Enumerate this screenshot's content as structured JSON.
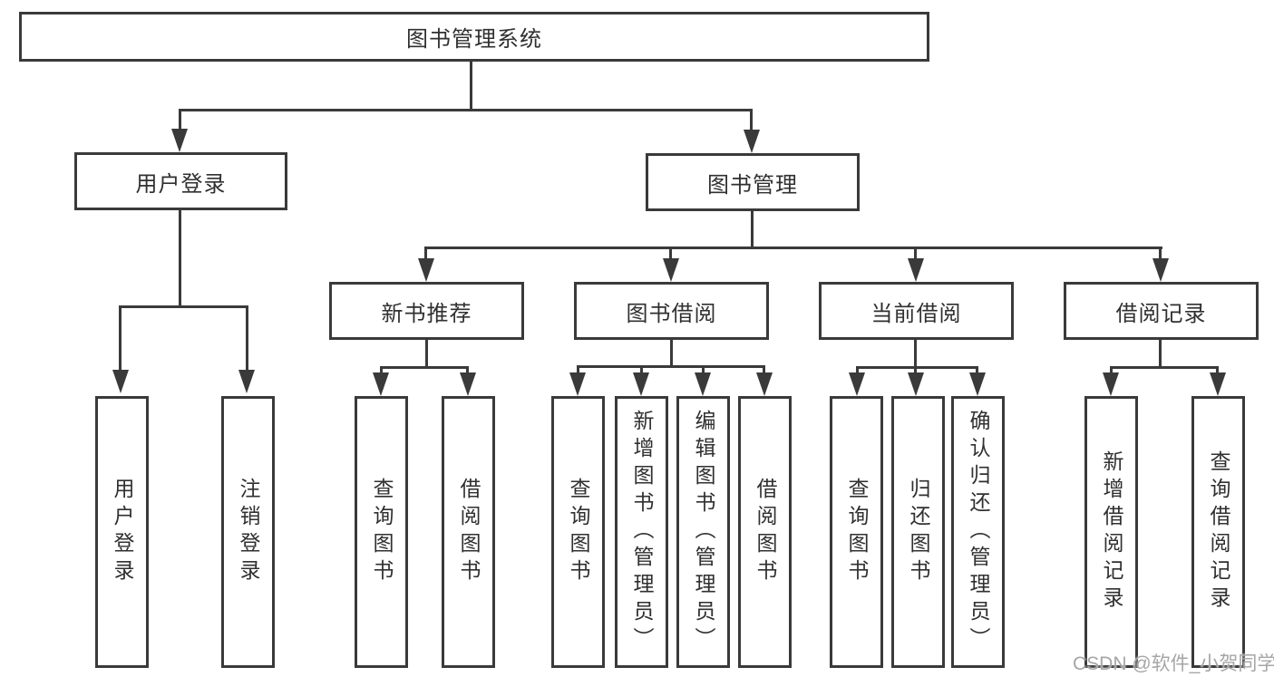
{
  "diagram": {
    "title": "图书管理系统",
    "level2": {
      "user_login": "用户登录",
      "book_management": "图书管理"
    },
    "level3": {
      "new_book": "新书推荐",
      "book_borrow": "图书借阅",
      "current_borrow": "当前借阅",
      "borrow_record": "借阅记录"
    },
    "leaves": {
      "user_login": [
        "用户登录",
        "注销登录"
      ],
      "new_book": [
        "查询图书",
        "借阅图书"
      ],
      "book_borrow": [
        "查询图书",
        "新增图书（管理员）",
        "编辑图书（管理员）",
        "借阅图书"
      ],
      "current_borrow": [
        "查询图书",
        "归还图书",
        "确认归还（管理员）"
      ],
      "borrow_record": [
        "新增借阅记录",
        "查询借阅记录"
      ]
    }
  },
  "watermark": {
    "text": "CSDN @软件_小贺同学"
  },
  "colors": {
    "line": "#3a3a3a",
    "text": "#303030",
    "background": "#ffffff",
    "watermark": "#a6a6a6"
  }
}
